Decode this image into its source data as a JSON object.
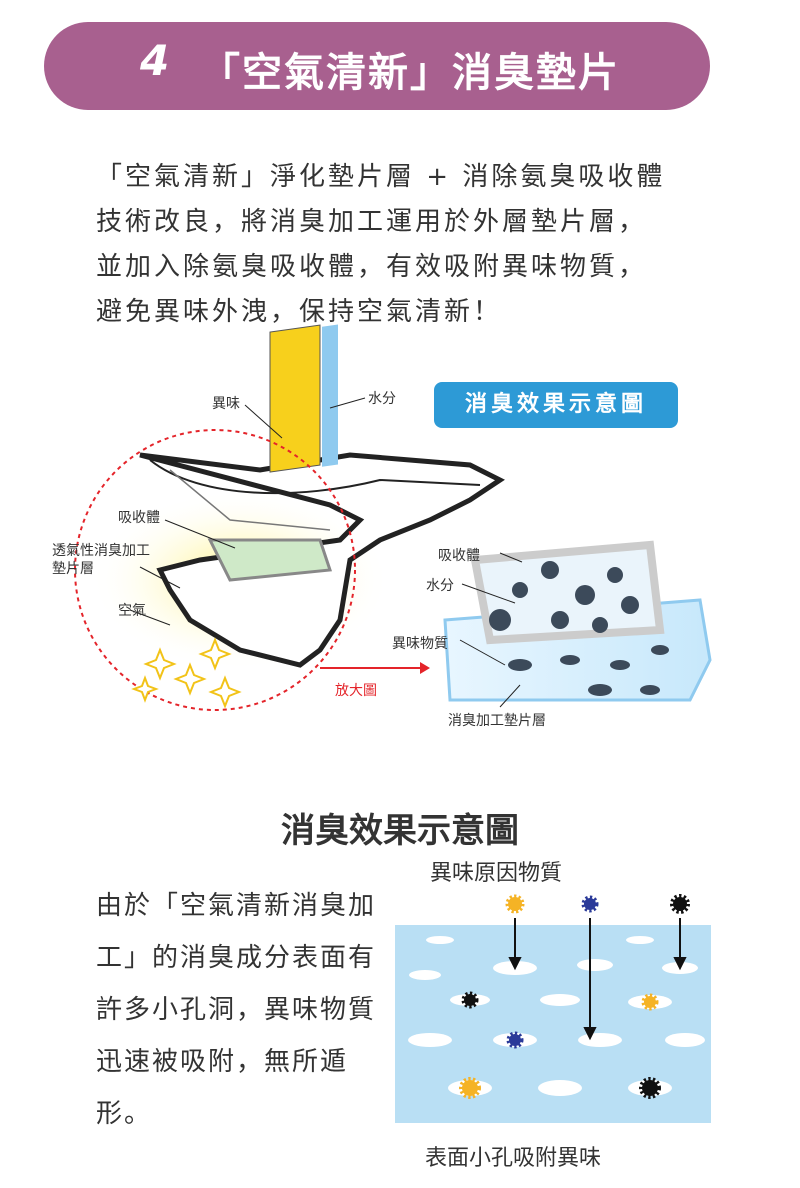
{
  "header": {
    "number": "4",
    "title": "「空氣清新」消臭墊片"
  },
  "intro": {
    "lines": [
      "「空氣清新」淨化墊片層 + 消除氨臭吸收體",
      "技術改良，將消臭加工運用於外層墊片層，",
      "並加入除氨臭吸收體，有效吸附異味物質，",
      "避免異味外洩，保持空氣清新！"
    ]
  },
  "diagram1": {
    "badge": "消臭效果示意圖",
    "labels": {
      "odor": "異味",
      "moisture": "水分",
      "absorber": "吸收體",
      "breathable_pad": "透氣性消臭加工",
      "breathable_pad_2": "墊片層",
      "air": "空氣",
      "zoom": "放大圖",
      "absorber_r": "吸收體",
      "moisture_r": "水分",
      "odor_matter": "異味物質",
      "deodor_pad": "消臭加工墊片層"
    }
  },
  "section2": {
    "title": "消臭效果示意圖",
    "body_lines": [
      "由於「空氣清新消臭加",
      "工」的消臭成分表面有",
      "許多小孔洞，異味物質",
      "迅速被吸附，無所遁",
      "形。"
    ],
    "cause_label": "異味原因物質",
    "surface_label": "表面小孔吸附異味"
  },
  "colors": {
    "header": "#a8608f",
    "badge": "#2d9ad6",
    "accent_red": "#e4242a",
    "surface": "#b9dff4"
  }
}
